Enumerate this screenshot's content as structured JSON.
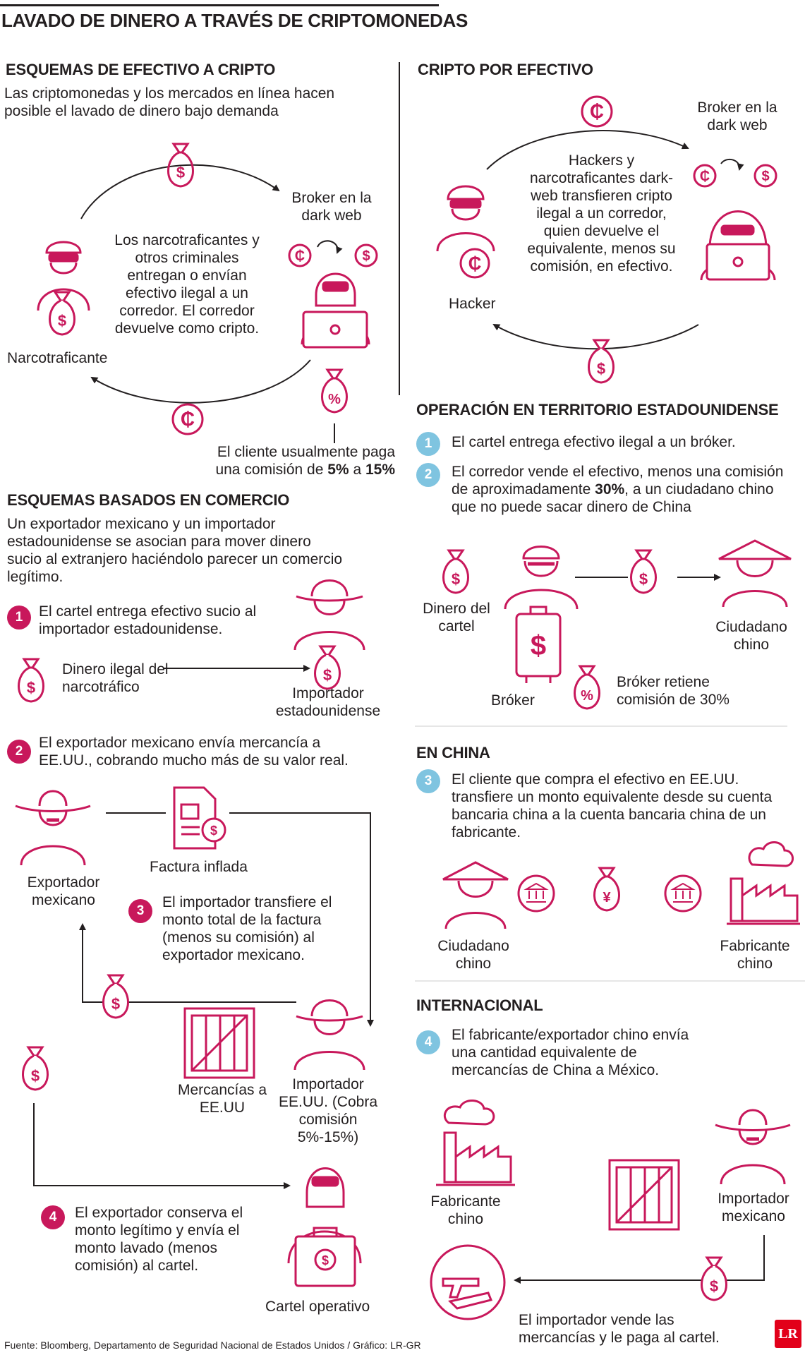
{
  "title": "LAVADO DE DINERO A TRAVÉS DE CRIPTOMONEDAS",
  "accent": "#c8185b",
  "accent_blue": "#7fc4e0",
  "cash_to_crypto": {
    "heading": "ESQUEMAS DE EFECTIVO A CRIPTO",
    "intro": "Las criptomonedas y los mercados en línea hacen posible el lavado de dinero bajo demanda",
    "center_text": "Los narcotraficantes y otros criminales entregan o envían efectivo ilegal a un corredor. El corredor devuelve como cripto.",
    "dealer_label": "Narcotraficante",
    "broker_label": "Broker en la dark web",
    "fee_note": "El cliente usualmente paga una comisión de",
    "fee_low": "5%",
    "fee_join": "a",
    "fee_high": "15%"
  },
  "crypto_to_cash": {
    "heading": "CRIPTO POR EFECTIVO",
    "broker_label": "Broker en la dark web",
    "center_text": "Hackers y narcotraficantes dark-web transfieren cripto ilegal a un corredor, quien devuelve el equivalente, menos su comisión, en efectivo.",
    "hacker_label": "Hacker"
  },
  "trade_schemes": {
    "heading": "ESQUEMAS BASADOS EN COMERCIO",
    "intro": "Un exportador mexicano y un importador estadounidense se asocian para mover dinero sucio al extranjero haciéndolo parecer un comercio legítimo.",
    "step1": "El cartel entrega efectivo sucio al importador estadounidense.",
    "illegal_money": "Dinero ilegal del narcotráfico",
    "us_importer": "Importador estadounidense",
    "step2": "El exportador mexicano envía mercancía  a EE.UU., cobrando mucho más de su valor real.",
    "exporter": "Exportador mexicano",
    "invoice": "Factura inflada",
    "step3": "El importador transfiere el monto total de la factura (menos su comisión) al exportador mexicano.",
    "goods": "Mercancías a EE.UU",
    "importer_fee": "Importador EE.UU. (Cobra comisión 5%-15%)",
    "step4": "El exportador conserva el monto legítimo y envía el monto lavado (menos comisión) al cartel.",
    "cartel": "Cartel operativo"
  },
  "us_operation": {
    "heading": "OPERACIÓN EN TERRITORIO ESTADOUNIDENSE",
    "step1": "El cartel entrega efectivo ilegal a un bróker.",
    "step2_a": "El corredor vende el efectivo, menos una comisión de aproximadamente",
    "step2_b": "30%",
    "step2_c": ", a un ciudadano chino que no puede sacar dinero de China",
    "cartel_money": "Dinero del cartel",
    "broker": "Bróker",
    "citizen": "Ciudadano chino",
    "commission": "Bróker retiene comisión de 30%"
  },
  "china": {
    "heading": "EN CHINA",
    "step3": "El cliente que compra el efectivo en EE.UU. transfiere un monto equivalente desde su cuenta bancaria china a la cuenta bancaria china de un fabricante.",
    "citizen": "Ciudadano chino",
    "manufacturer": "Fabricante chino"
  },
  "international": {
    "heading": "INTERNACIONAL",
    "step4": "El fabricante/exportador chino envía una cantidad equivalente de mercancías de China a México.",
    "manufacturer": "Fabricante chino",
    "importer": "Importador mexicano",
    "final": "El importador vende las mercancías y le paga al cartel."
  },
  "step_numbers": [
    "1",
    "2",
    "3",
    "4"
  ],
  "footer": "Fuente: Bloomberg, Departamento de Seguridad Nacional de  Estados Unidos / Gráfico: LR-GR",
  "logo": "LR"
}
